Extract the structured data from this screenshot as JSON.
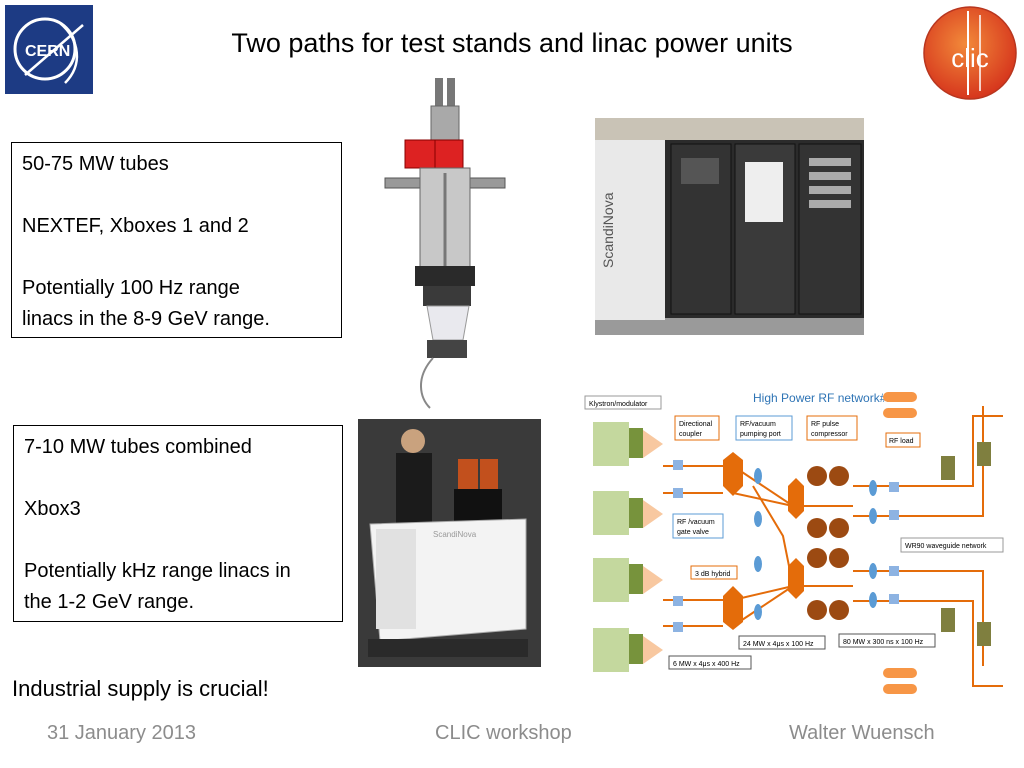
{
  "slide": {
    "title": "Two paths for test stands and linac power units",
    "logos": {
      "cern_text": "CERN",
      "clic_text": "clic"
    }
  },
  "box1": {
    "line1": "50-75 MW tubes",
    "line2": "NEXTEF, Xboxes 1 and 2",
    "line3a": "Potentially 100 Hz range",
    "line3b": "linacs in the 8-9 GeV range."
  },
  "box2": {
    "line1": "7-10 MW tubes combined",
    "line2": "Xbox3",
    "line3a": "Potentially kHz range linacs in",
    "line3b": "the 1-2 GeV range."
  },
  "photos": {
    "modulator_brand": "ScandiNova",
    "small_unit_brand": "ScandiNova"
  },
  "diagram": {
    "title": "High Power RF network#1",
    "labels": {
      "klystron": "Klystron/modulator",
      "coupler_a": "Directional",
      "coupler_b": "coupler",
      "pump_a": "RF/vacuum",
      "pump_b": "pumping port",
      "compressor_a": "RF pulse",
      "compressor_b": "compressor",
      "load": "RF load",
      "gate_a": "RF /vacuum",
      "gate_b": "gate valve",
      "hybrid": "3 dB hybrid",
      "waveguide": "WR90 waveguide network",
      "p24": "24 MW x 4μs x 100 Hz",
      "p80": "80 MW x 300 ns x 100 Hz",
      "p6": "6 MW x 4μs x 400 Hz"
    },
    "colors": {
      "title": "#2e74b5",
      "klystron": "#c4d89e",
      "klystron_dark": "#77933c",
      "orange": "#e46c0a",
      "brown": "#9c4a12",
      "blue": "#5b9bd5",
      "olive": "#7f7f3f"
    }
  },
  "note": "Industrial supply is crucial!",
  "footer": {
    "date": "31 January 2013",
    "event": "CLIC workshop",
    "author": "Walter Wuensch"
  }
}
